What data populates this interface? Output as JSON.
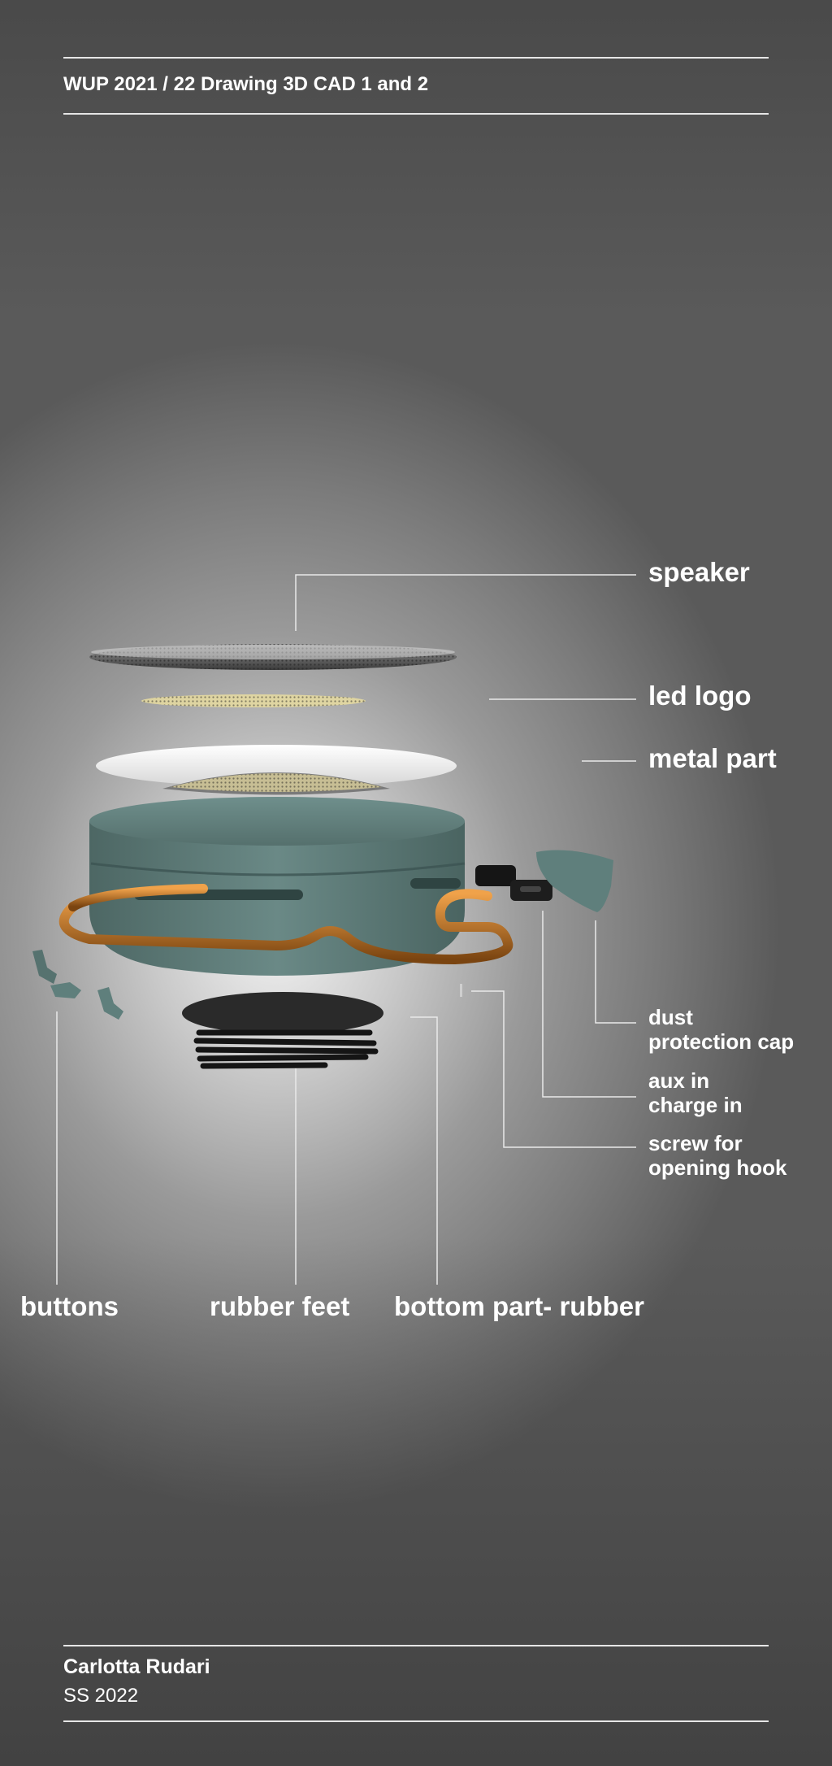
{
  "header": {
    "title": "WUP 2021 / 22 Drawing 3D CAD 1 and 2"
  },
  "footer": {
    "author": "Carlotta Rudari",
    "term": "SS 2022"
  },
  "labels": {
    "speaker": "speaker",
    "led_logo": "led logo",
    "metal_part": "metal part",
    "dust_cap": "dust\nprotection cap",
    "aux": "aux in\ncharge in",
    "screw": "screw for\nopening hook",
    "buttons": "buttons",
    "rubber_feet": "rubber feet",
    "bottom_rubber": "bottom part- rubber"
  },
  "colors": {
    "body": "#5f7f7c",
    "hook": "#c07a1e",
    "led": "#e8dca0",
    "rubber": "#1e1e1e"
  }
}
